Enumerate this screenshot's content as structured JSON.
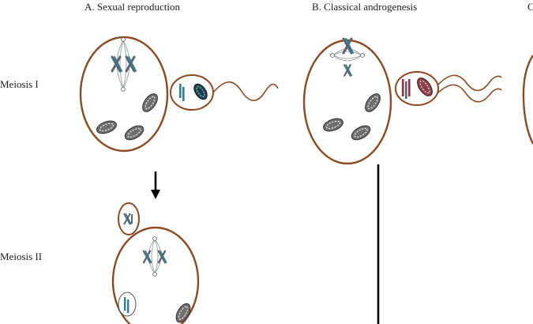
{
  "columns": {
    "a": "A. Sexual reproduction",
    "b": "B. Classical androgenesis",
    "c": "C"
  },
  "rows": {
    "meiosis1": "Meiosis I",
    "meiosis2": "Meiosis II"
  },
  "colors": {
    "membrane": "#8b4a22",
    "chromosome_blue": "#2f7f9a",
    "chromosome_gray": "#5b6670",
    "chromosome_red": "#9b3040",
    "mito_gray": "#6f6f6f",
    "mito_red": "#8c4047",
    "spindle": "#9aa0a6"
  }
}
